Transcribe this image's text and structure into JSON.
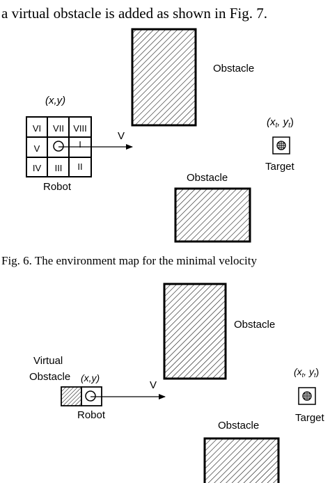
{
  "intro_text": "a virtual obstacle is added as shown in Fig. 7.",
  "fig6": {
    "obstacle_top_label": "Obstacle",
    "obstacle_bottom_label": "Obstacle",
    "robot_pos_label": "(x,y)",
    "grid_cells": [
      "VI",
      "VII",
      "VIII",
      "V",
      "I",
      "IV",
      "III",
      "II"
    ],
    "velocity_label": "V",
    "target_pos_label": "(x",
    "target_pos_sub": "t",
    "target_pos_mid": ", y",
    "target_pos_sub2": "t",
    "target_pos_close": ")",
    "target_label": "Target",
    "robot_label": "Robot",
    "caption": "Fig. 6.   The environment map for the minimal velocity"
  },
  "fig7": {
    "obstacle_top_label": "Obstacle",
    "obstacle_bottom_label": "Obstacle",
    "virtual_label_line1": "Virtual",
    "virtual_label_line2": "Obstacle",
    "robot_pos_label": "(x,y)",
    "velocity_label": "V",
    "target_pos_label": "(x",
    "target_pos_sub": "t",
    "target_pos_mid": ", y",
    "target_pos_sub2": "t",
    "target_pos_close": ")",
    "target_label": "Target",
    "robot_label": "Robot"
  }
}
